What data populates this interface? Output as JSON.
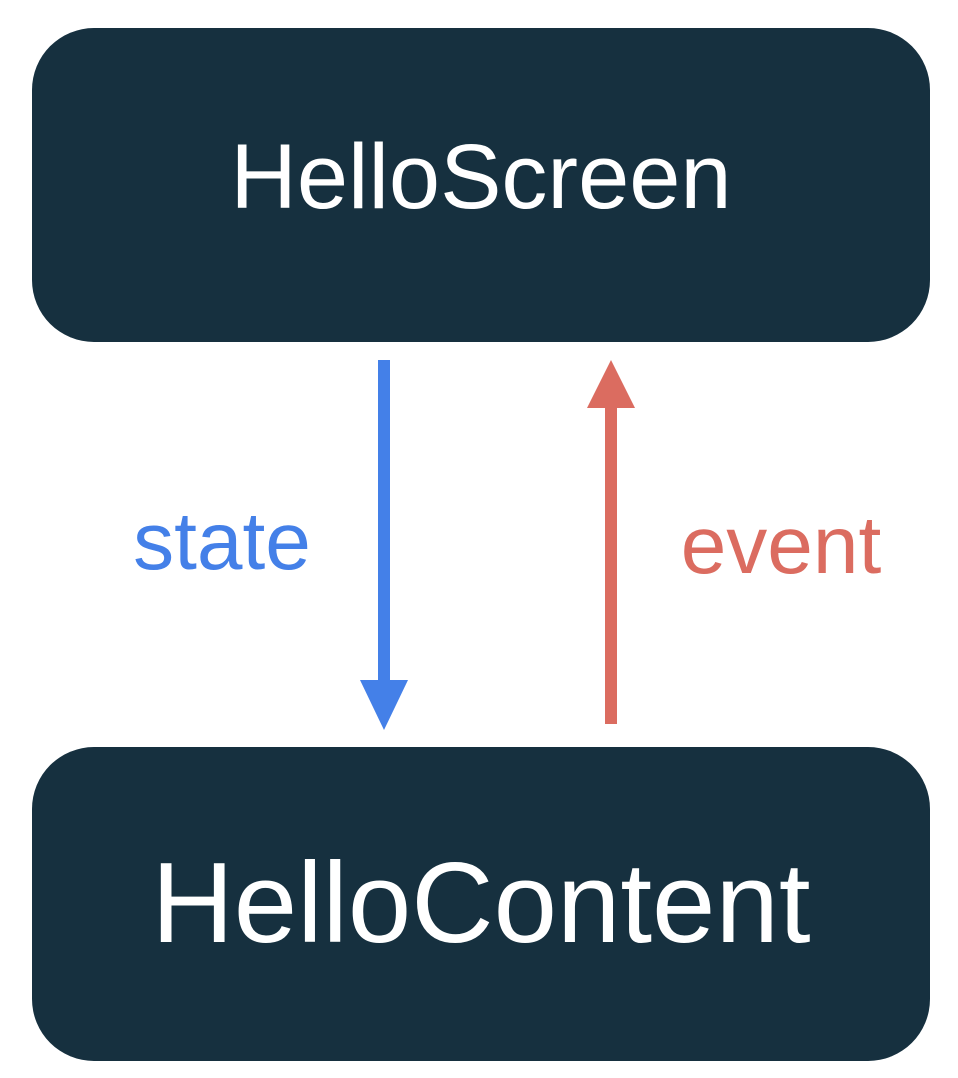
{
  "diagram": {
    "type": "component-state-flow",
    "nodes": {
      "top": {
        "label": "HelloScreen"
      },
      "bottom": {
        "label": "HelloContent"
      }
    },
    "edges": {
      "state": {
        "label": "state",
        "direction": "down",
        "from": "HelloScreen",
        "to": "HelloContent"
      },
      "event": {
        "label": "event",
        "direction": "up",
        "from": "HelloContent",
        "to": "HelloScreen"
      }
    },
    "colors": {
      "box": "#16303F",
      "box_text": "#FFFFFF",
      "state_accent": "#4480E8",
      "event_accent": "#DB6C60",
      "background": "#FFFFFF"
    }
  }
}
